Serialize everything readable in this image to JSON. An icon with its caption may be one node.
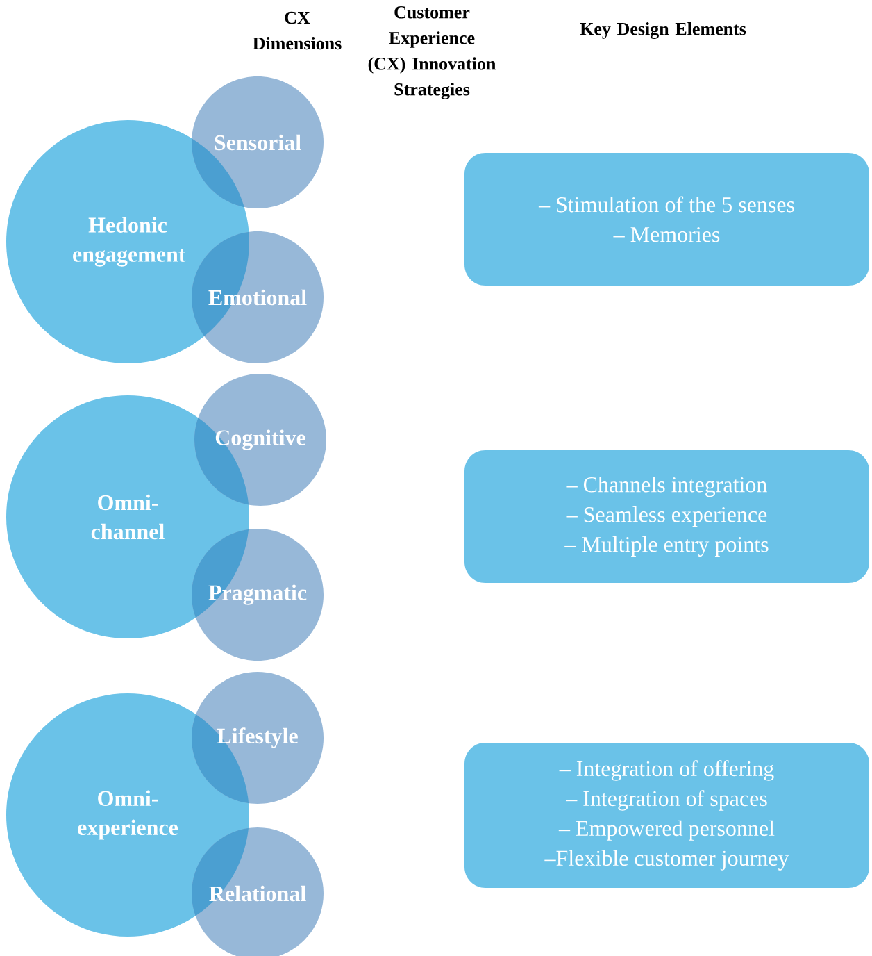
{
  "diagram": {
    "nodes": [
      {
        "text": [
          "Hedonic engagement"
        ]
      },
      {
        "text": [
          "Sensorial"
        ]
      },
      {
        "text": [
          "Emotional"
        ]
      },
      {
        "text": [
          "– Stimulation of the 5 senses",
          "– Memories"
        ]
      },
      {
        "text": [
          "Omni-channel"
        ]
      },
      {
        "text": [
          "Cognitive"
        ]
      },
      {
        "text": [
          "Pragmatic"
        ]
      },
      {
        "text": [
          "– Channels integration",
          "– Seamless experience",
          "– Multiple entry points"
        ]
      },
      {
        "text": [
          "Omni-experience"
        ]
      },
      {
        "text": [
          "Lifestyle"
        ]
      },
      {
        "text": [
          "Relational"
        ]
      },
      {
        "text": [
          "– Integration of offering",
          "– Integration of spaces",
          "– Empowered personnel",
          "–Flexible customer journey"
        ]
      }
    ],
    "edges": [],
    "labels": [
      "CX Dimensions",
      "Customer Experience (CX) Innovation Strategies",
      "Key Design Elements"
    ]
  }
}
